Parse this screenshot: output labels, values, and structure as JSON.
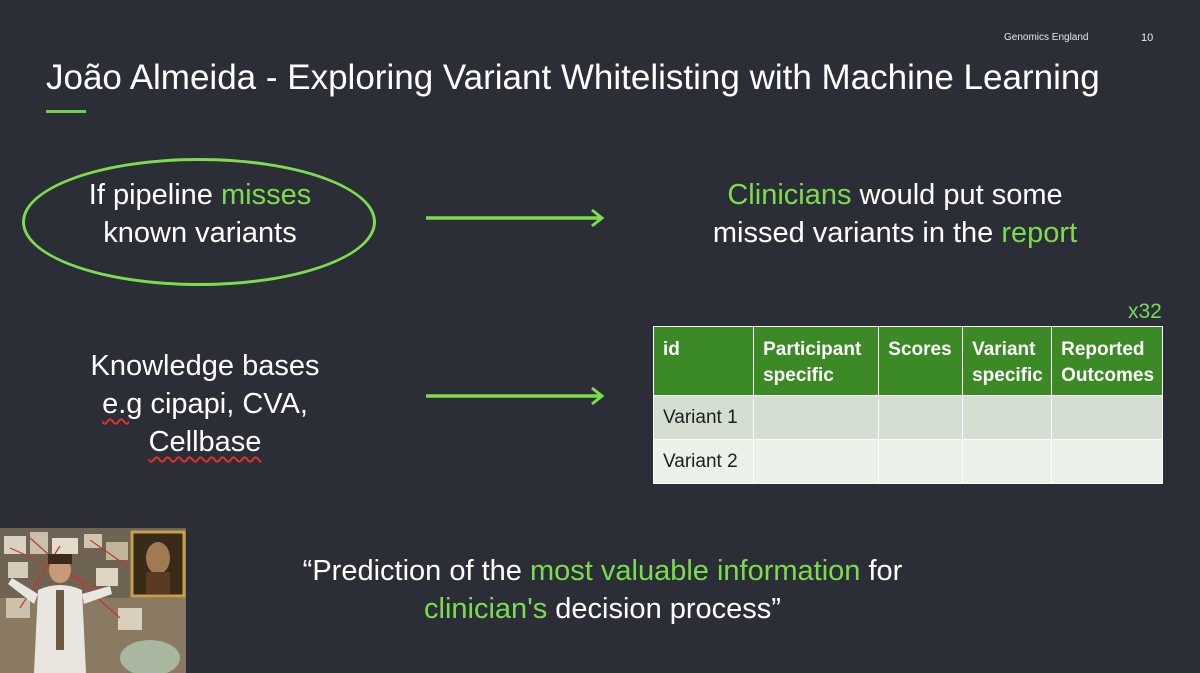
{
  "header": {
    "brand": "Genomics England",
    "page_number": "10",
    "title": "João Almeida - Exploring Variant Whitelisting with Machine Learning"
  },
  "flow1": {
    "left_line1_a": "If pipeline ",
    "left_line1_b": "misses",
    "left_line2": "known variants",
    "right_line1_a": "Clinicians",
    "right_line1_b": " would put some",
    "right_line2_a": "missed variants in the ",
    "right_line2_b": "report"
  },
  "flow2": {
    "line1": "Knowledge bases",
    "line2_a": "e.g",
    "line2_b": " cipapi, CVA,",
    "line3": "Cellbase"
  },
  "table": {
    "multiplier": "x32",
    "headers": [
      "id",
      "Participant specific",
      "Scores",
      "Variant specific",
      "Reported Outcomes"
    ],
    "rows": [
      [
        "Variant 1",
        "",
        "",
        "",
        ""
      ],
      [
        "Variant 2",
        "",
        "",
        "",
        ""
      ]
    ]
  },
  "quote": {
    "part1": "“Prediction of the ",
    "part2": "most valuable information",
    "part3": " for",
    "part4": "clinician's",
    "part5": " decision process”"
  },
  "colors": {
    "background": "#2c2e37",
    "accent_green": "#7bdc4e",
    "table_header": "#3b8a25",
    "row_odd": "#d5dfd1",
    "row_even": "#ebf0e9"
  }
}
